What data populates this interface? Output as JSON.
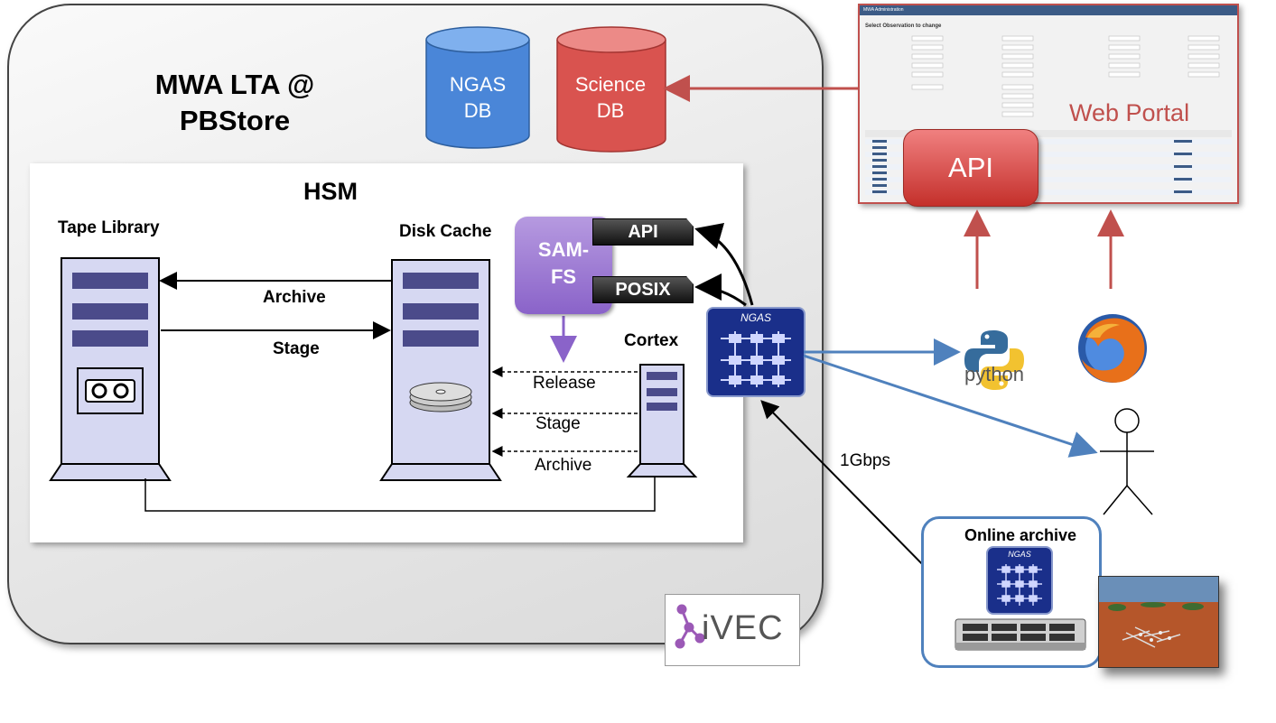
{
  "lta": {
    "title_line1": "MWA LTA @",
    "title_line2": "PBStore"
  },
  "databases": {
    "ngas": {
      "line1": "NGAS",
      "line2": "DB",
      "color": "#4a86d8"
    },
    "science": {
      "line1": "Science",
      "line2": "DB",
      "color": "#d9534f"
    }
  },
  "hsm": {
    "title": "HSM",
    "tape_library": "Tape Library",
    "disk_cache": "Disk Cache",
    "archive": "Archive",
    "stage": "Stage",
    "cortex": "Cortex",
    "release": "Release",
    "stage2": "Stage",
    "archive2": "Archive",
    "samfs_line1": "SAM-",
    "samfs_line2": "FS",
    "api_tab": "API",
    "posix_tab": "POSIX"
  },
  "ngas_logo": "NGAS",
  "web_portal": {
    "title": "Web Portal",
    "api": "API",
    "header": "MWA Administration",
    "heading": "Select Observation to change"
  },
  "clients": {
    "python_label": "python"
  },
  "link": {
    "speed": "1Gbps"
  },
  "online_archive": {
    "title": "Online archive",
    "ngas_logo": "NGAS"
  },
  "ivec": {
    "text": "iVEC"
  },
  "colors": {
    "red_arrow": "#c0504d",
    "blue_arrow": "#4f81bd",
    "purple_arrow": "#8a63c9",
    "accent": "#4a86d8"
  }
}
